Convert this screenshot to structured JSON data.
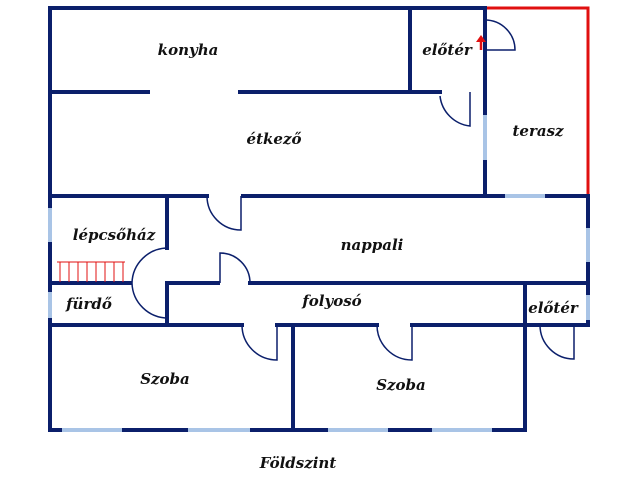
{
  "plan": {
    "caption": "Földszint",
    "rooms": {
      "kitchen": "konyha",
      "anteroom_top": "előtér",
      "dining": "étkező",
      "terrace": "terasz",
      "staircase": "lépcsőház",
      "living": "nappali",
      "bathroom": "fürdő",
      "corridor": "folyosó",
      "anteroom_right": "előtér",
      "room_left": "Szoba",
      "room_right": "Szoba"
    }
  },
  "colors": {
    "wall": "#0b1f6b",
    "window": "#a9c4e6",
    "terrace_outline": "#e01010",
    "stairs": "#e01010",
    "entrance_arrow": "#e01010"
  },
  "icons": {
    "entrance_marker": "up-arrow-icon"
  }
}
